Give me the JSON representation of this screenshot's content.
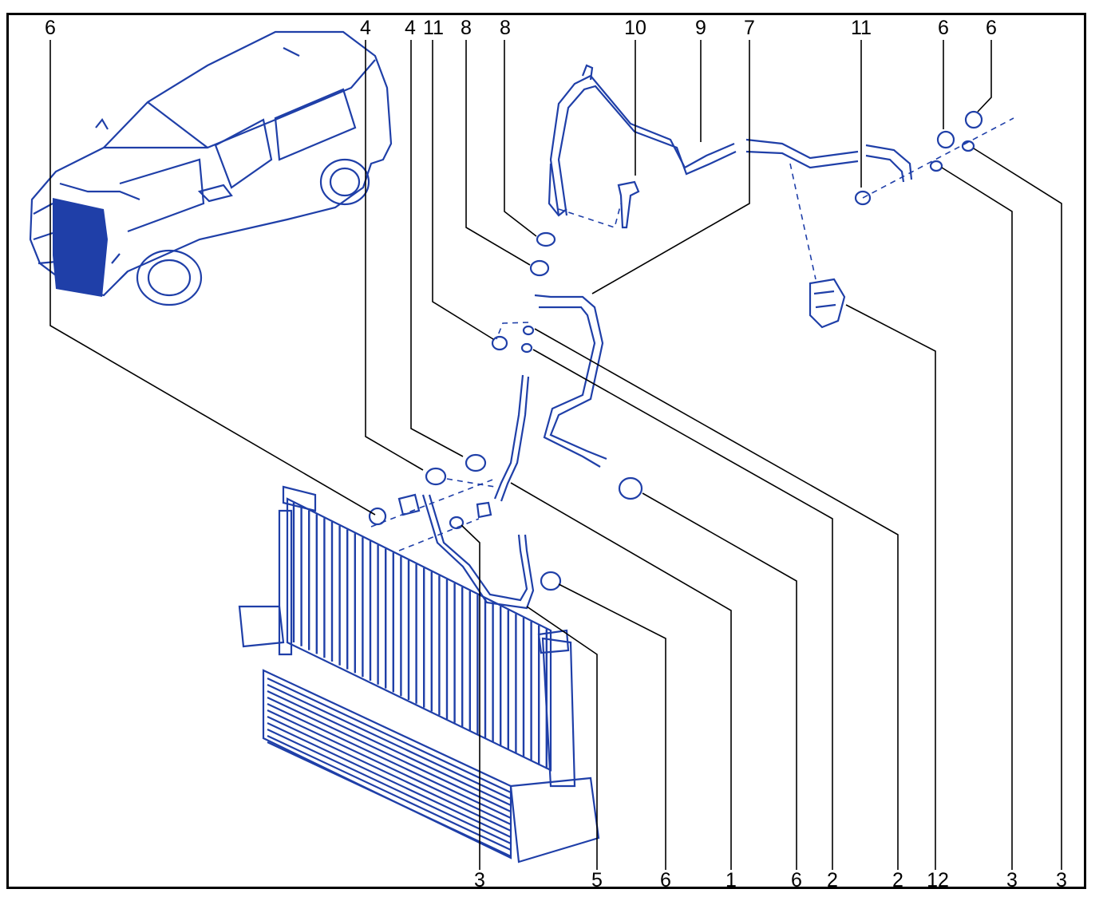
{
  "colors": {
    "line_art": "#1f3fa8",
    "highlight": "#0a2fa0",
    "frame": "#000000",
    "labels": "#000000"
  },
  "labels": {
    "top": [
      "6",
      "4",
      "4",
      "11",
      "8",
      "8",
      "10",
      "9",
      "7",
      "11",
      "6",
      "6"
    ],
    "bottom": [
      "3",
      "5",
      "6",
      "1",
      "6",
      "2",
      "2",
      "12",
      "3",
      "3"
    ]
  }
}
